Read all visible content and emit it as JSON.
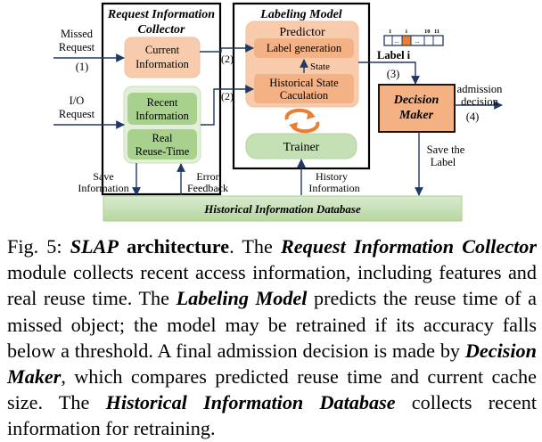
{
  "diagram": {
    "collector": {
      "title_1": "Request Information",
      "title_2": "Collector",
      "current": [
        "Current",
        "Information"
      ],
      "recent": [
        "Recent",
        "Information"
      ],
      "reuse": [
        "Real",
        "Reuse-Time"
      ]
    },
    "labeling": {
      "title": "Labeling Model",
      "predictor": "Predictor",
      "label_gen": "Label generation",
      "state": "State",
      "hist_state": [
        "Historical State",
        "Caculation"
      ],
      "trainer": "Trainer"
    },
    "decision": {
      "title_1": "Decision",
      "title_2": "Maker"
    },
    "database": "Historical Information Database",
    "inputs": {
      "missed": [
        "Missed",
        "Request"
      ],
      "step1": "(1)",
      "io": [
        "I/O",
        "Request"
      ]
    },
    "edges": {
      "step2a": "(2)",
      "step2b": "(2)",
      "label_i": "Label i",
      "step3": "(3)",
      "admission": [
        "admission",
        "decision"
      ],
      "step4": "(4)",
      "save_label": [
        "Save the",
        "Label"
      ],
      "save_info": [
        "Save",
        "Information"
      ],
      "error_fb": [
        "Error",
        "Feedback"
      ],
      "history": [
        "History",
        "Information"
      ]
    },
    "buffer": {
      "tick1": "1",
      "ticki": "i",
      "tick10": "10",
      "tick11": "11",
      "dots": "..."
    }
  },
  "caption": {
    "fig": "Fig. 5:",
    "slap": "SLAP",
    "arch": "architecture",
    "p1": ". The ",
    "ric": "Request Information Collector",
    "p2": " module collects recent access information, including features and real reuse time. The ",
    "lm": "Labeling Model",
    "p3": " predicts the reuse time of a missed object; the model may be retrained if its accuracy falls below a threshold. A final admission decision is made by ",
    "dm": "Decision Maker",
    "p4": ", which compares predicted reuse time and current cache size. The ",
    "hid": "Historical Information Database",
    "p5": " collects recent information for retraining."
  },
  "colors": {
    "orange_fill": "#f8cbad",
    "orange_stroke": "#e59a64",
    "green_fill": "#e2efd9",
    "green_inner": "#a9d18e",
    "db_fill": "#c5e0b4",
    "arrow": "#1f3864",
    "dm_fill": "#f4b183",
    "buffer_hi": "#ed7d31"
  }
}
